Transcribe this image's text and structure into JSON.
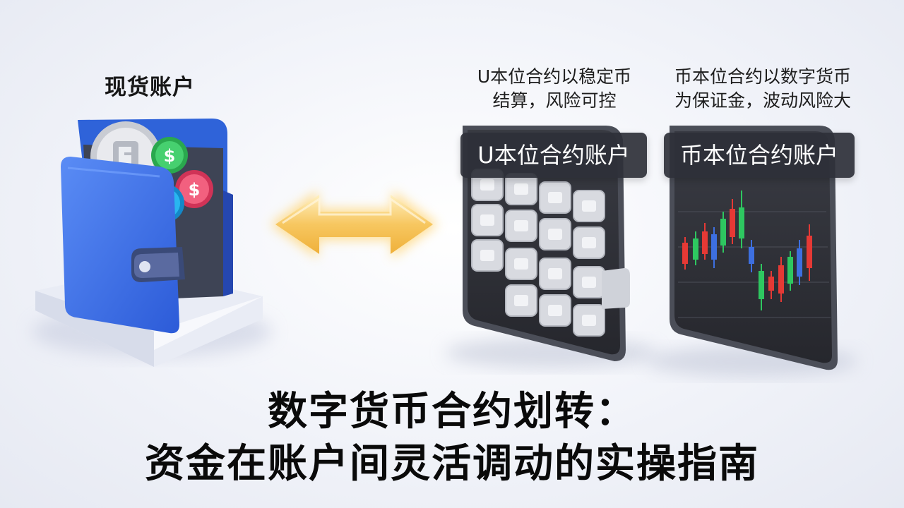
{
  "spot_account": {
    "label": "现货账户",
    "icon": "wallet-icon"
  },
  "transfer": {
    "icon": "double-arrow-icon",
    "color": "#f5c04a"
  },
  "u_margin": {
    "description_line1": "U本位合约以稳定币",
    "description_line2": "结算，风险可控",
    "label": "U本位合约账户",
    "icon": "stablecoin-wallet-icon"
  },
  "coin_margin": {
    "description_line1": "币本位合约以数字货币",
    "description_line2": "为保证金，波动风险大",
    "label": "币本位合约账户",
    "icon": "candlestick-chart-icon"
  },
  "headline": {
    "line1": "数字货币合约划转：",
    "line2": "资金在账户间灵活调动的实操指南"
  },
  "colors": {
    "wallet_blue": "#3b6fe8",
    "coin_green": "#34c25a",
    "coin_pink": "#ef4a6d",
    "coin_cyan": "#1ea8e8",
    "candle_red": "#e53935",
    "candle_green": "#2ec760",
    "candle_blue": "#3d6fe0",
    "label_dark": "#2e3038"
  }
}
